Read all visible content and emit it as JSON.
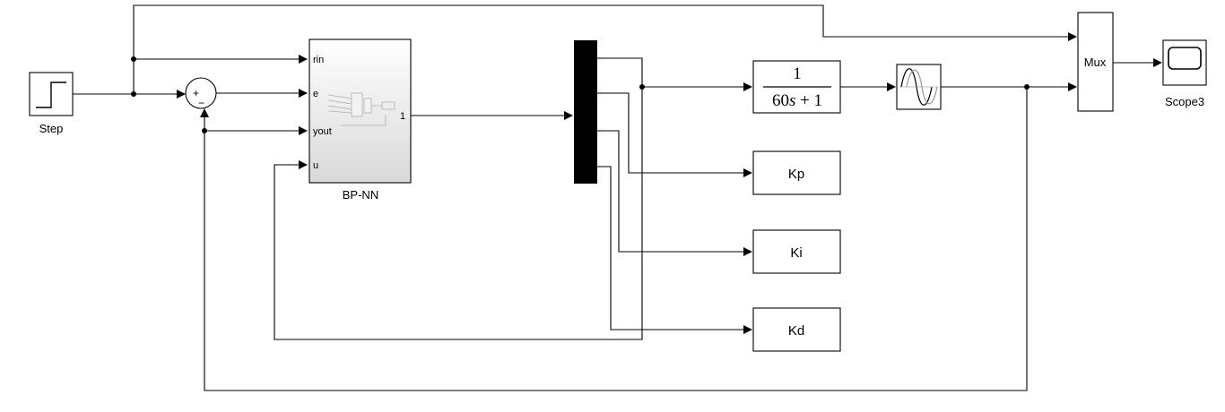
{
  "blocks": {
    "step": {
      "label": "Step"
    },
    "sum": {
      "sign_plus": "+",
      "sign_minus": "−"
    },
    "bpnn": {
      "label": "BP-NN",
      "inputs": [
        "rin",
        "e",
        "yout",
        "u"
      ],
      "output": "1"
    },
    "transfer_fcn": {
      "numerator": "1",
      "den_coef": "60",
      "den_var": "s",
      "den_rest": " + 1"
    },
    "gains": [
      "Kp",
      "Ki",
      "Kd"
    ],
    "mux": {
      "label": "Mux"
    },
    "scope": {
      "label": "Scope3"
    }
  }
}
